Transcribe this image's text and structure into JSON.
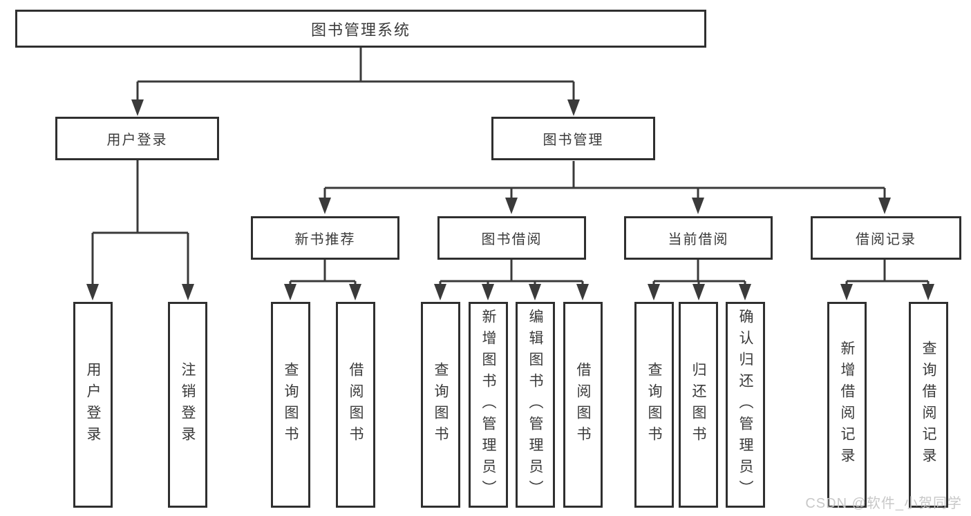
{
  "diagram": {
    "root": {
      "label": "图书管理系统"
    },
    "branches": {
      "user": {
        "label": "用户登录",
        "leaves": [
          "用户登录",
          "注销登录"
        ]
      },
      "book": {
        "label": "图书管理",
        "groups": [
          {
            "label": "新书推荐",
            "leaves": [
              "查询图书",
              "借阅图书"
            ]
          },
          {
            "label": "图书借阅",
            "leaves": [
              "查询图书",
              "新增图书（管理员）",
              "编辑图书（管理员）",
              "借阅图书"
            ]
          },
          {
            "label": "当前借阅",
            "leaves": [
              "查询图书",
              "归还图书",
              "确认归还（管理员）"
            ]
          },
          {
            "label": "借阅记录",
            "leaves": [
              "新增借阅记录",
              "查询借阅记录"
            ]
          }
        ]
      }
    }
  },
  "watermark": {
    "text": "CSDN @软件_小贺同学"
  },
  "colors": {
    "line": "#3a3a3a",
    "box_border": "#2f2f2f",
    "text": "#3a3a3a",
    "watermark": "#c6c6c6",
    "background": "#ffffff"
  }
}
